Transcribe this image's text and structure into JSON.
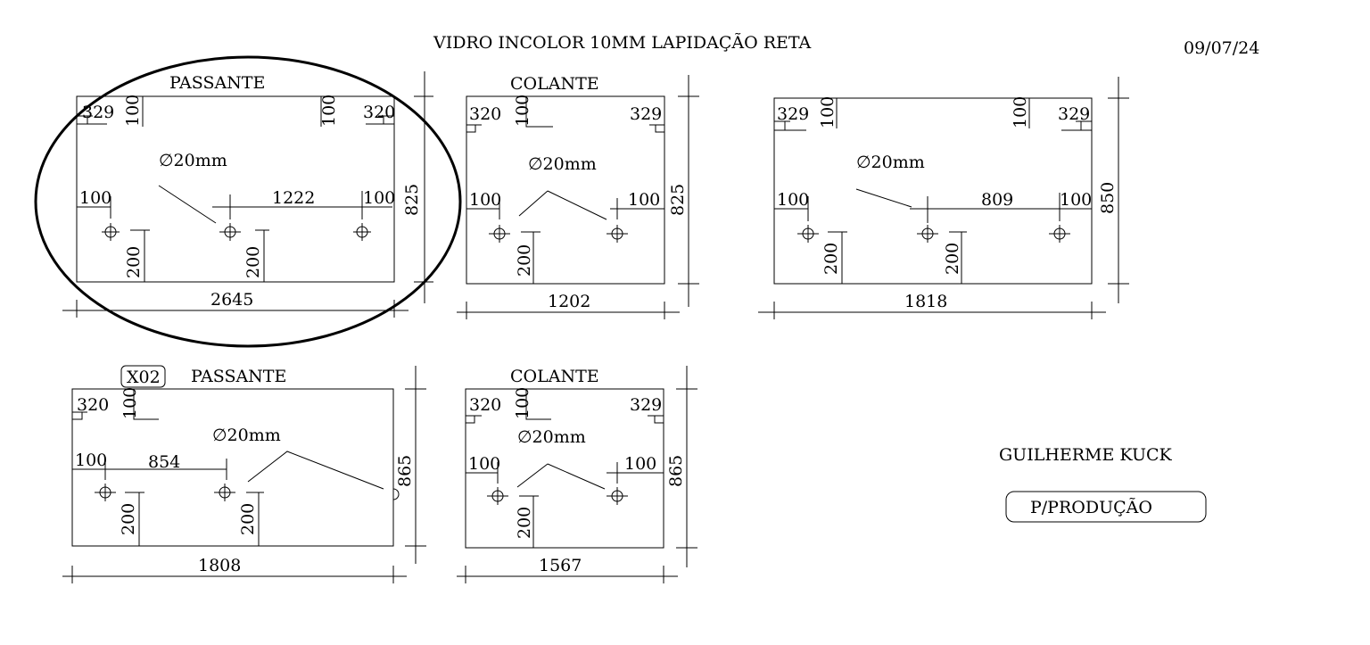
{
  "header": {
    "title": "VIDRO INCOLOR 10MM LAPIDAÇÃO RETA",
    "date": "09/07/24"
  },
  "footer": {
    "author": "GUILHERME KUCK",
    "status": "P/PRODUÇÃO"
  },
  "panels": [
    {
      "label": "PASSANTE",
      "width": "2645",
      "height": "825",
      "corner_left": "329",
      "corner_right": "320",
      "offset_top_left": "100",
      "offset_top_right": "100",
      "edge_left": "100",
      "edge_right": "100",
      "spacing": "1222",
      "hole_offset_1": "200",
      "hole_offset_2": "200",
      "hole_diameter": "∅20mm"
    },
    {
      "label": "COLANTE",
      "width": "1202",
      "height": "825",
      "corner_left": "320",
      "corner_right": "329",
      "offset_top_left": "100",
      "edge_left": "100",
      "edge_right": "100",
      "hole_offset_1": "200",
      "hole_diameter": "∅20mm"
    },
    {
      "label": "",
      "width": "1818",
      "height": "850",
      "corner_left": "329",
      "corner_right": "329",
      "offset_top_left": "100",
      "offset_top_right": "100",
      "edge_left": "100",
      "edge_right": "100",
      "spacing": "809",
      "hole_offset_1": "200",
      "hole_offset_2": "200",
      "hole_diameter": "∅20mm"
    },
    {
      "tag": "X02",
      "label": "PASSANTE",
      "width": "1808",
      "height": "865",
      "corner_left": "320",
      "offset_top_left": "100",
      "edge_left": "100",
      "spacing": "854",
      "hole_offset_1": "200",
      "hole_offset_2": "200",
      "hole_diameter": "∅20mm"
    },
    {
      "label": "COLANTE",
      "width": "1567",
      "height": "865",
      "corner_left": "320",
      "corner_right": "329",
      "offset_top_left": "100",
      "edge_left": "100",
      "edge_right": "100",
      "hole_offset_1": "200",
      "hole_diameter": "∅20mm"
    }
  ]
}
